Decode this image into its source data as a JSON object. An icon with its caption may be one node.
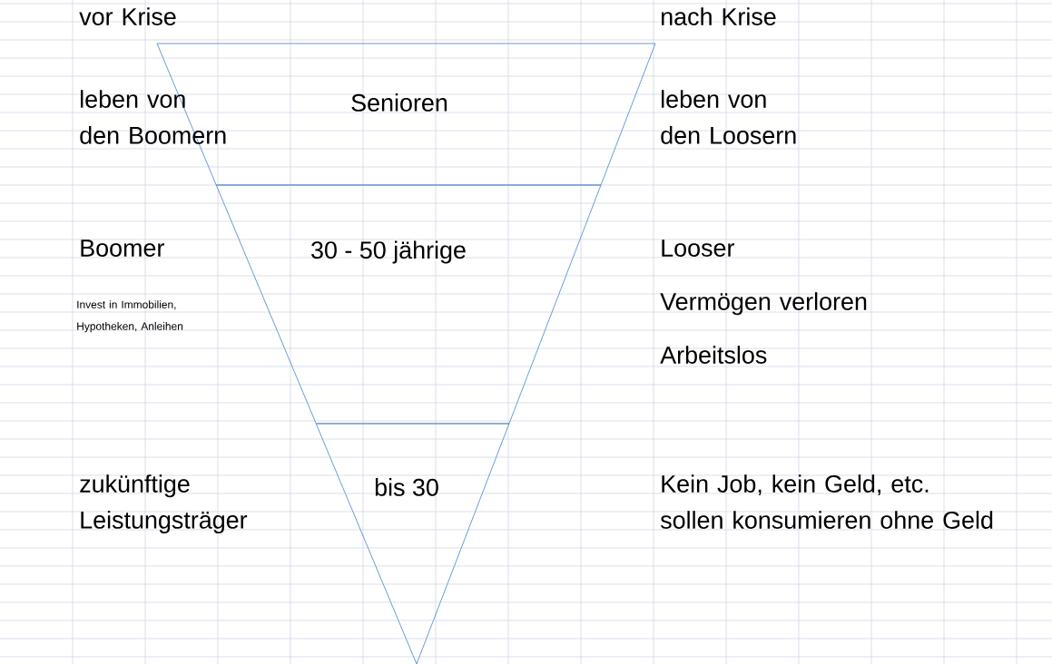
{
  "diagram": {
    "nodes": [
      {
        "text": [
          "Senioren"
        ]
      },
      {
        "text": [
          "30 - 50 jährige"
        ]
      },
      {
        "text": [
          "bis 30"
        ]
      }
    ],
    "labels": [
      "vor Krise",
      "nach Krise",
      "leben von den Boomern",
      "leben von den Loosern",
      "Boomer",
      "Looser",
      "Invest in Immobilien, Hypotheken, Anleihen",
      "Vermögen verloren",
      "Arbeitslos",
      "zukünftige Leistungsträger",
      "Kein Job, kein Geld, etc.",
      "sollen konsumieren ohne Geld"
    ]
  }
}
